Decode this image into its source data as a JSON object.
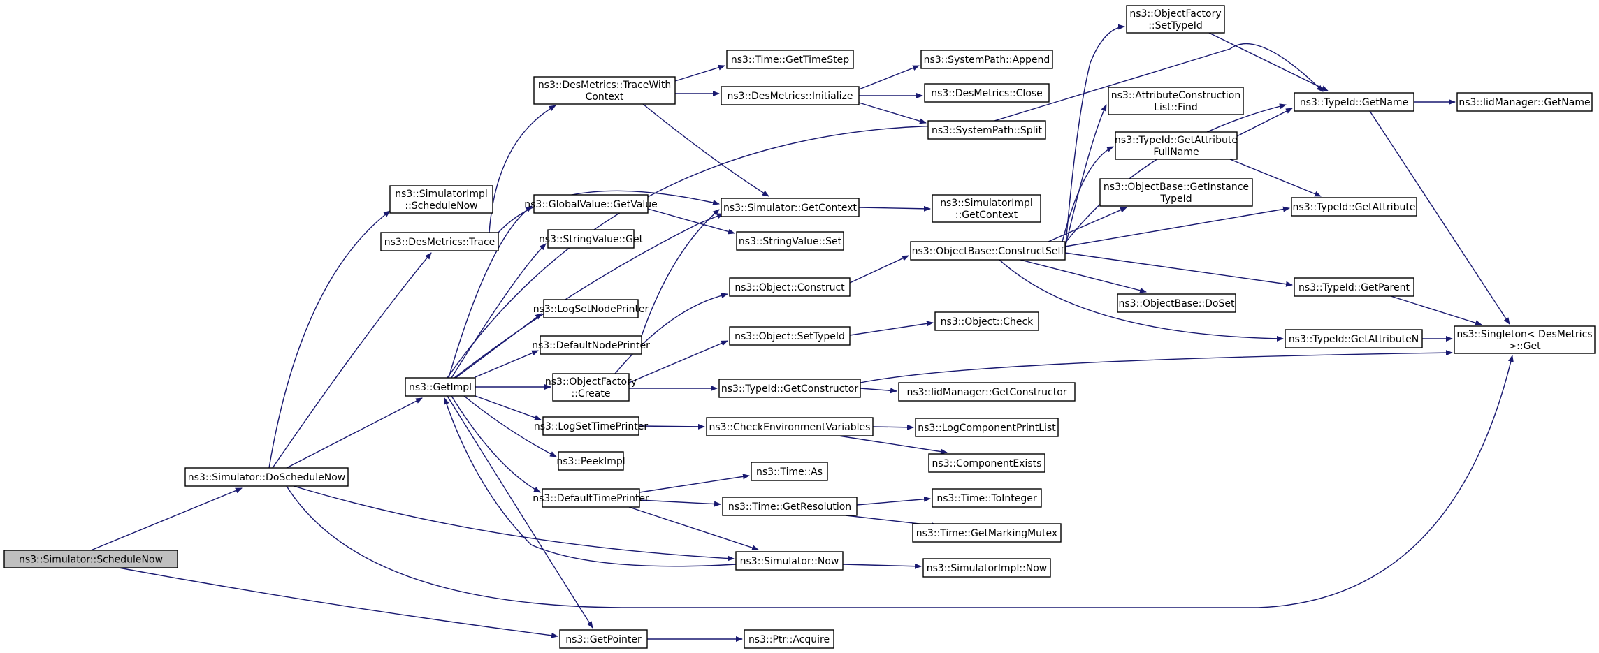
{
  "colors": {
    "edge": "#191970",
    "root_fill": "#bfbfbf",
    "node_fill": "#ffffff",
    "node_stroke": "#000000",
    "external_stroke": "#ff0000"
  },
  "nodes": [
    {
      "id": "root",
      "lines": [
        "ns3::Simulator::ScheduleNow"
      ],
      "style": "root"
    },
    {
      "id": "doschedulenow",
      "lines": [
        "ns3::Simulator::DoScheduleNow"
      ],
      "style": "normal"
    },
    {
      "id": "getpointer",
      "lines": [
        "ns3::GetPointer"
      ],
      "style": "normal"
    },
    {
      "id": "ptracquire",
      "lines": [
        "ns3::Ptr::Acquire"
      ],
      "style": "normal"
    },
    {
      "id": "simimpl_schedulenow",
      "lines": [
        "ns3::SimulatorImpl",
        "::ScheduleNow"
      ],
      "style": "normal"
    },
    {
      "id": "desmetrics_trace",
      "lines": [
        "ns3::DesMetrics::Trace"
      ],
      "style": "normal"
    },
    {
      "id": "getimpl",
      "lines": [
        "ns3::GetImpl"
      ],
      "style": "normal"
    },
    {
      "id": "sim_now",
      "lines": [
        "ns3::Simulator::Now"
      ],
      "style": "normal"
    },
    {
      "id": "singleton_get",
      "lines": [
        "ns3::Singleton< DesMetrics",
        " >::Get"
      ],
      "style": "normal"
    },
    {
      "id": "tracewithcontext",
      "lines": [
        "ns3::DesMetrics::TraceWith",
        "Context"
      ],
      "style": "normal"
    },
    {
      "id": "sim_getcontext",
      "lines": [
        "ns3::Simulator::GetContext"
      ],
      "style": "normal"
    },
    {
      "id": "time_gettimestep",
      "lines": [
        "ns3::Time::GetTimeStep"
      ],
      "style": "normal"
    },
    {
      "id": "des_initialize",
      "lines": [
        "ns3::DesMetrics::Initialize"
      ],
      "style": "normal"
    },
    {
      "id": "sp_append",
      "lines": [
        "ns3::SystemPath::Append"
      ],
      "style": "normal"
    },
    {
      "id": "des_close",
      "lines": [
        "ns3::DesMetrics::Close"
      ],
      "style": "normal"
    },
    {
      "id": "sp_split",
      "lines": [
        "ns3::SystemPath::Split"
      ],
      "style": "normal"
    },
    {
      "id": "typeid_getname",
      "lines": [
        "ns3::TypeId::GetName"
      ],
      "style": "normal"
    },
    {
      "id": "gv_getvalue",
      "lines": [
        "ns3::GlobalValue::GetValue"
      ],
      "style": "normal"
    },
    {
      "id": "sv_set",
      "lines": [
        "ns3::StringValue::Set"
      ],
      "style": "normal"
    },
    {
      "id": "sv_get",
      "lines": [
        "ns3::StringValue::Get"
      ],
      "style": "normal"
    },
    {
      "id": "logsetnodeprinter",
      "lines": [
        "ns3::LogSetNodePrinter"
      ],
      "style": "normal"
    },
    {
      "id": "defaultnodeprinter",
      "lines": [
        "ns3::DefaultNodePrinter"
      ],
      "style": "normal"
    },
    {
      "id": "of_create",
      "lines": [
        "ns3::ObjectFactory",
        "::Create"
      ],
      "style": "normal"
    },
    {
      "id": "logsettimeprinter",
      "lines": [
        "ns3::LogSetTimePrinter"
      ],
      "style": "normal"
    },
    {
      "id": "peekimpl",
      "lines": [
        "ns3::PeekImpl"
      ],
      "style": "normal"
    },
    {
      "id": "defaulttimeprinter",
      "lines": [
        "ns3::DefaultTimePrinter"
      ],
      "style": "normal"
    },
    {
      "id": "simimpl_getcontext",
      "lines": [
        "ns3::SimulatorImpl",
        "::GetContext"
      ],
      "style": "normal"
    },
    {
      "id": "obj_construct",
      "lines": [
        "ns3::Object::Construct"
      ],
      "style": "normal"
    },
    {
      "id": "obj_settypeid",
      "lines": [
        "ns3::Object::SetTypeId"
      ],
      "style": "normal"
    },
    {
      "id": "typeid_getconstructor",
      "lines": [
        "ns3::TypeId::GetConstructor"
      ],
      "style": "normal"
    },
    {
      "id": "checkenv",
      "lines": [
        "ns3::CheckEnvironmentVariables"
      ],
      "style": "normal"
    },
    {
      "id": "time_as",
      "lines": [
        "ns3::Time::As"
      ],
      "style": "normal"
    },
    {
      "id": "time_getresolution",
      "lines": [
        "ns3::Time::GetResolution"
      ],
      "style": "normal"
    },
    {
      "id": "simimpl_now",
      "lines": [
        "ns3::SimulatorImpl::Now"
      ],
      "style": "normal"
    },
    {
      "id": "time_getmarkingmutex",
      "lines": [
        "ns3::Time::GetMarkingMutex"
      ],
      "style": "normal"
    },
    {
      "id": "time_tointeger",
      "lines": [
        "ns3::Time::ToInteger"
      ],
      "style": "external"
    },
    {
      "id": "componentexists",
      "lines": [
        "ns3::ComponentExists"
      ],
      "style": "external"
    },
    {
      "id": "logcomponentprintlist",
      "lines": [
        "ns3::LogComponentPrintList"
      ],
      "style": "external"
    },
    {
      "id": "iid_getconstructor",
      "lines": [
        "ns3::IidManager::GetConstructor"
      ],
      "style": "external"
    },
    {
      "id": "obj_check",
      "lines": [
        "ns3::Object::Check"
      ],
      "style": "external"
    },
    {
      "id": "constructself",
      "lines": [
        "ns3::ObjectBase::ConstructSelf"
      ],
      "style": "external"
    },
    {
      "id": "of_settypeid",
      "lines": [
        "ns3::ObjectFactory",
        "::SetTypeId"
      ],
      "style": "normal"
    },
    {
      "id": "acl_find",
      "lines": [
        "ns3::AttributeConstruction",
        "List::Find"
      ],
      "style": "normal"
    },
    {
      "id": "typeid_getattrfullname",
      "lines": [
        "ns3::TypeId::GetAttribute",
        "FullName"
      ],
      "style": "normal"
    },
    {
      "id": "ob_getinstancetypeid",
      "lines": [
        "ns3::ObjectBase::GetInstance",
        "TypeId"
      ],
      "style": "normal"
    },
    {
      "id": "typeid_getattribute",
      "lines": [
        "ns3::TypeId::GetAttribute"
      ],
      "style": "normal"
    },
    {
      "id": "typeid_getparent",
      "lines": [
        "ns3::TypeId::GetParent"
      ],
      "style": "external"
    },
    {
      "id": "ob_doset",
      "lines": [
        "ns3::ObjectBase::DoSet"
      ],
      "style": "normal"
    },
    {
      "id": "typeid_getattributen",
      "lines": [
        "ns3::TypeId::GetAttributeN"
      ],
      "style": "external"
    },
    {
      "id": "iid_getname",
      "lines": [
        "ns3::IidManager::GetName"
      ],
      "style": "external"
    }
  ]
}
